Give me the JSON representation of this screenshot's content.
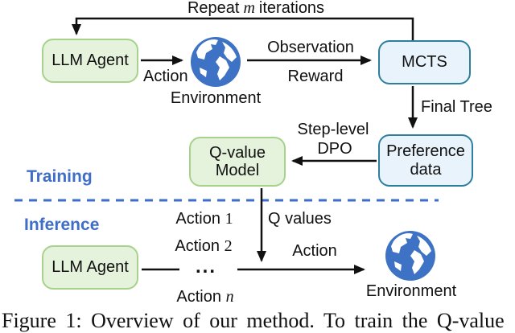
{
  "figure": {
    "repeat": {
      "pre": "Repeat",
      "var": "m",
      "post": "iterations"
    },
    "boxes": {
      "llm_agent_top": "LLM Agent",
      "mcts": "MCTS",
      "preference_data": "Preference\ndata",
      "q_value_model": "Q-value\nModel",
      "llm_agent_bottom": "LLM Agent"
    },
    "labels": {
      "action_top": "Action",
      "environment_top": "Environment",
      "observation": "Observation",
      "reward": "Reward",
      "final_tree": "Final Tree",
      "step_level": "Step-level",
      "dpo": "DPO",
      "training": "Training",
      "inference": "Inference",
      "q_values": "Q values",
      "action1_pre": "Action",
      "action1_num": "1",
      "action2_pre": "Action",
      "action2_num": "2",
      "ellipsis": "...",
      "actionn_pre": "Action",
      "actionn_var": "n",
      "action_bottom": "Action",
      "environment_bottom": "Environment"
    },
    "colors": {
      "green_box_fill": "#e5f3dc",
      "green_box_border": "#a6d28c",
      "blue_box_fill": "#e9f3fb",
      "blue_box_border": "#2e7f9e",
      "accent_blue": "#3e6ec7",
      "globe_blue": "#3d72c4",
      "arrow_black": "#111111"
    },
    "caption": "Figure 1: Overview of our method. To train the Q-value"
  }
}
